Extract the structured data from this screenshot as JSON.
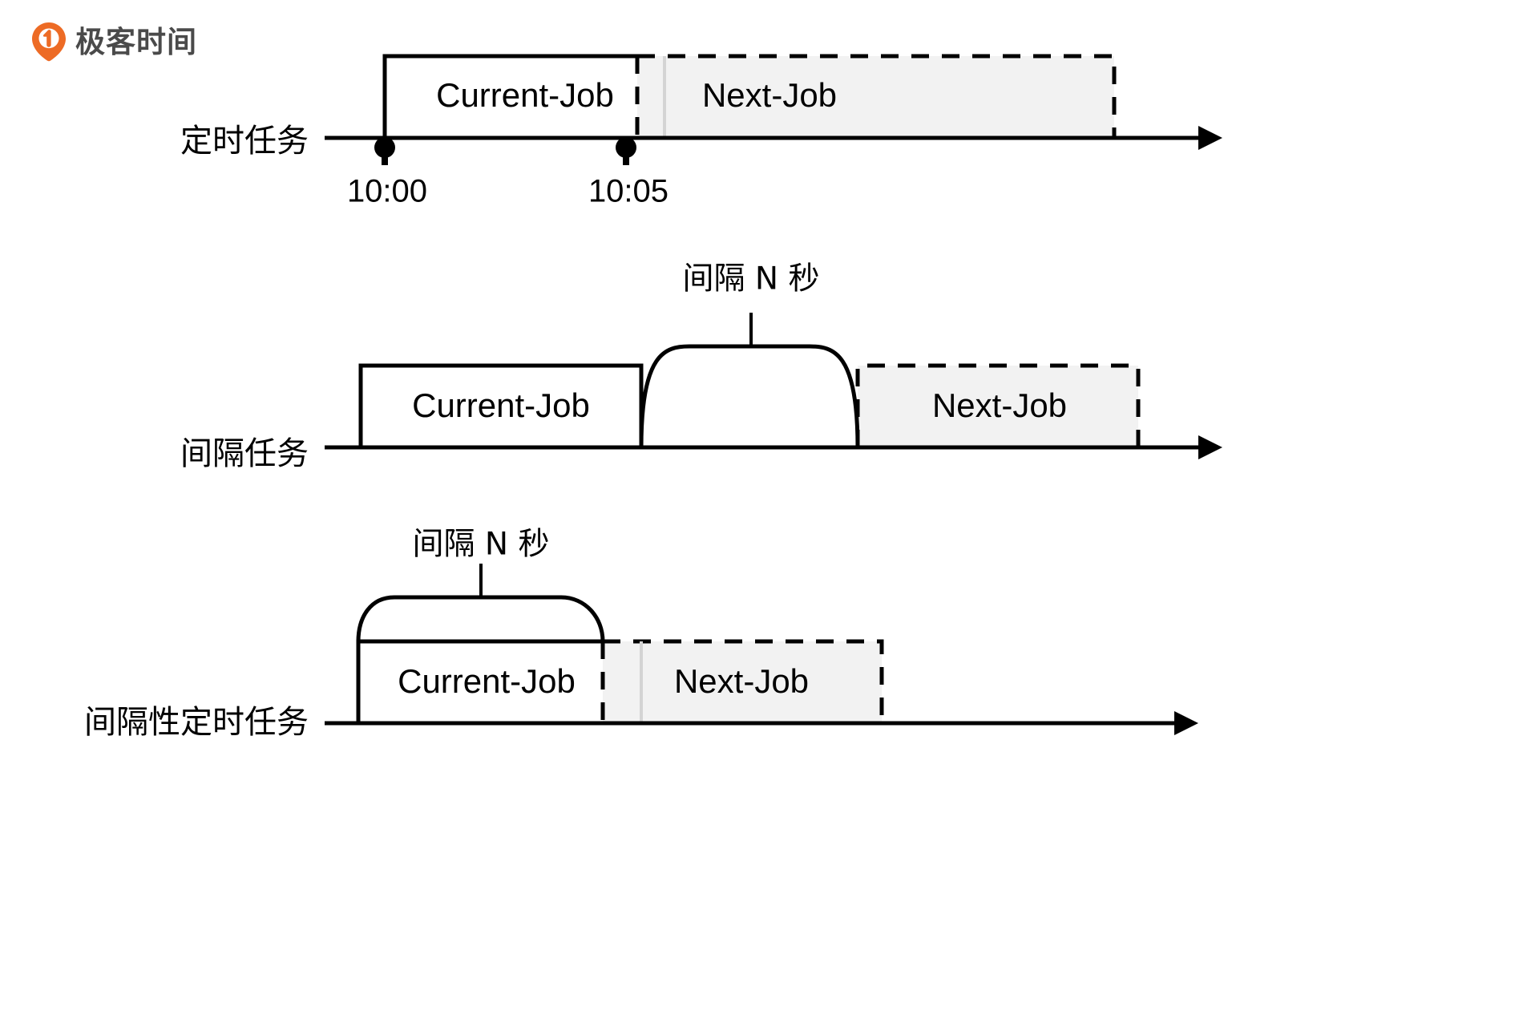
{
  "brand": {
    "name": "极客时间",
    "mark": "geektime-pin-icon",
    "mark_color": "#ED6B25",
    "text_color": "#4A4A4A"
  },
  "palette": {
    "line": "#000000",
    "pending_fill": "#F2F2F2",
    "divider": "#D4D4D4",
    "background": "#FFFFFF"
  },
  "diagram": {
    "title": "",
    "rows": [
      {
        "id": "scheduled-task",
        "label": "定时任务",
        "current_job_label": "Current-Job",
        "next_job_label": "Next-Job",
        "ticks": [
          {
            "label": "10:00"
          },
          {
            "label": "10:05"
          }
        ],
        "interval_label": null
      },
      {
        "id": "interval-task",
        "label": "间隔任务",
        "current_job_label": "Current-Job",
        "next_job_label": "Next-Job",
        "ticks": [],
        "interval_label": "间隔 N 秒"
      },
      {
        "id": "interval-scheduled-task",
        "label": "间隔性定时任务",
        "current_job_label": "Current-Job",
        "next_job_label": "Next-Job",
        "ticks": [],
        "interval_label": "间隔 N 秒"
      }
    ]
  }
}
